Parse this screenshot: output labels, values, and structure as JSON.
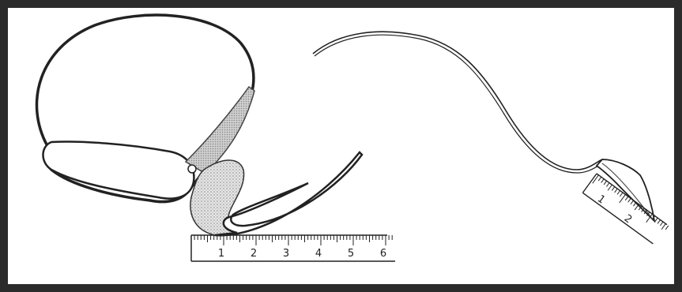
{
  "diagram": {
    "left_scale": {
      "labels": [
        "1",
        "2",
        "3",
        "4",
        "5",
        "6"
      ]
    },
    "right_scale": {
      "labels": [
        "1",
        "2"
      ]
    }
  },
  "colors": {
    "frame": "#2b2b2b",
    "outline": "#222222",
    "stipple": "#b8b8b8",
    "background": "#ffffff"
  }
}
